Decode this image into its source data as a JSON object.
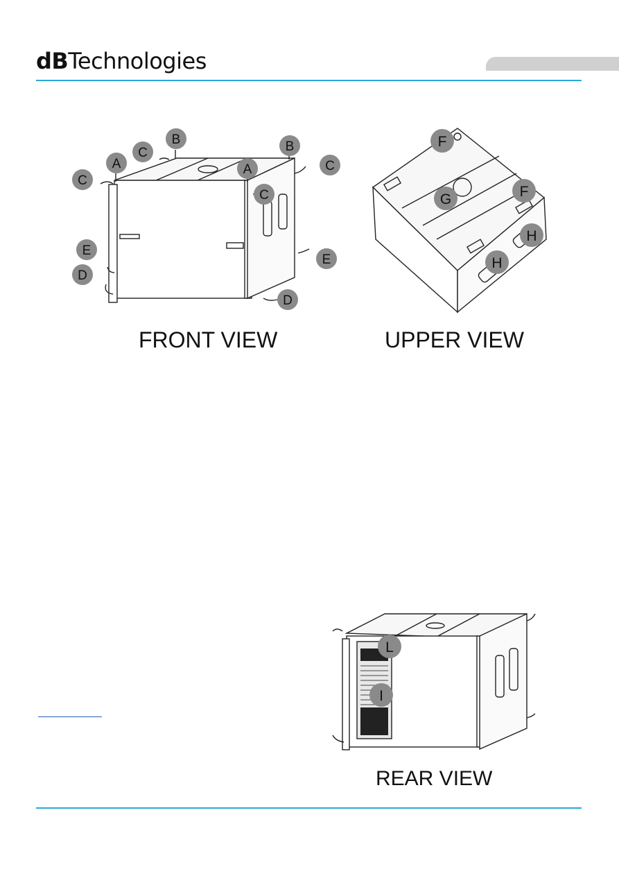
{
  "header": {
    "logo_bold": "dB",
    "logo_regular": "Technologies"
  },
  "figures": {
    "front": {
      "caption": "FRONT VIEW",
      "markers": [
        "A",
        "A",
        "B",
        "B",
        "C",
        "C",
        "C",
        "C",
        "D",
        "D",
        "E",
        "E"
      ]
    },
    "upper": {
      "caption": "UPPER VIEW",
      "markers": [
        "F",
        "F",
        "G",
        "H",
        "H"
      ]
    },
    "rear": {
      "caption": "REAR VIEW",
      "markers": [
        "L",
        "I"
      ]
    }
  },
  "colors": {
    "rule": "#29a9d8",
    "marker": "#8a8a8a",
    "tab": "#d0d0d0"
  }
}
